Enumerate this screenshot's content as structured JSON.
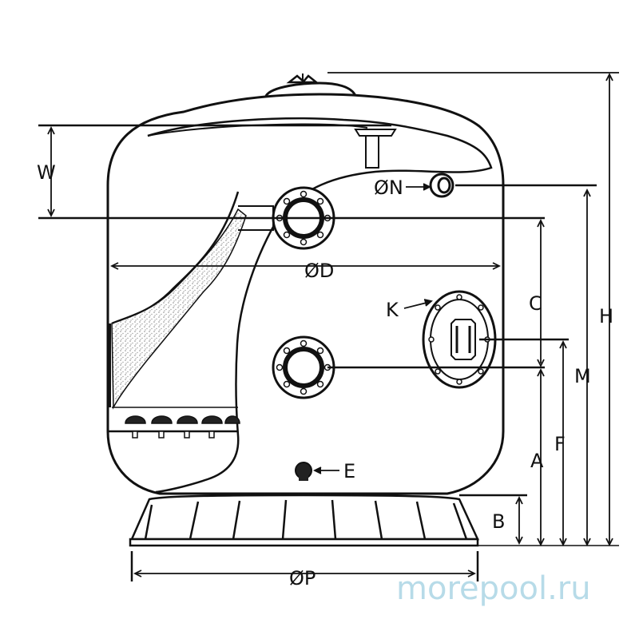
{
  "labels": {
    "W": "W",
    "ON": "ØN",
    "OD": "ØD",
    "C": "C",
    "K": "K",
    "H": "H",
    "M": "M",
    "F": "F",
    "A": "A",
    "E": "E",
    "B": "B",
    "OP": "ØP"
  },
  "watermark": "morepool.ru",
  "colors": {
    "line": "#111111",
    "media": "#9a9a9a",
    "watermark": "#b7dbe8"
  }
}
